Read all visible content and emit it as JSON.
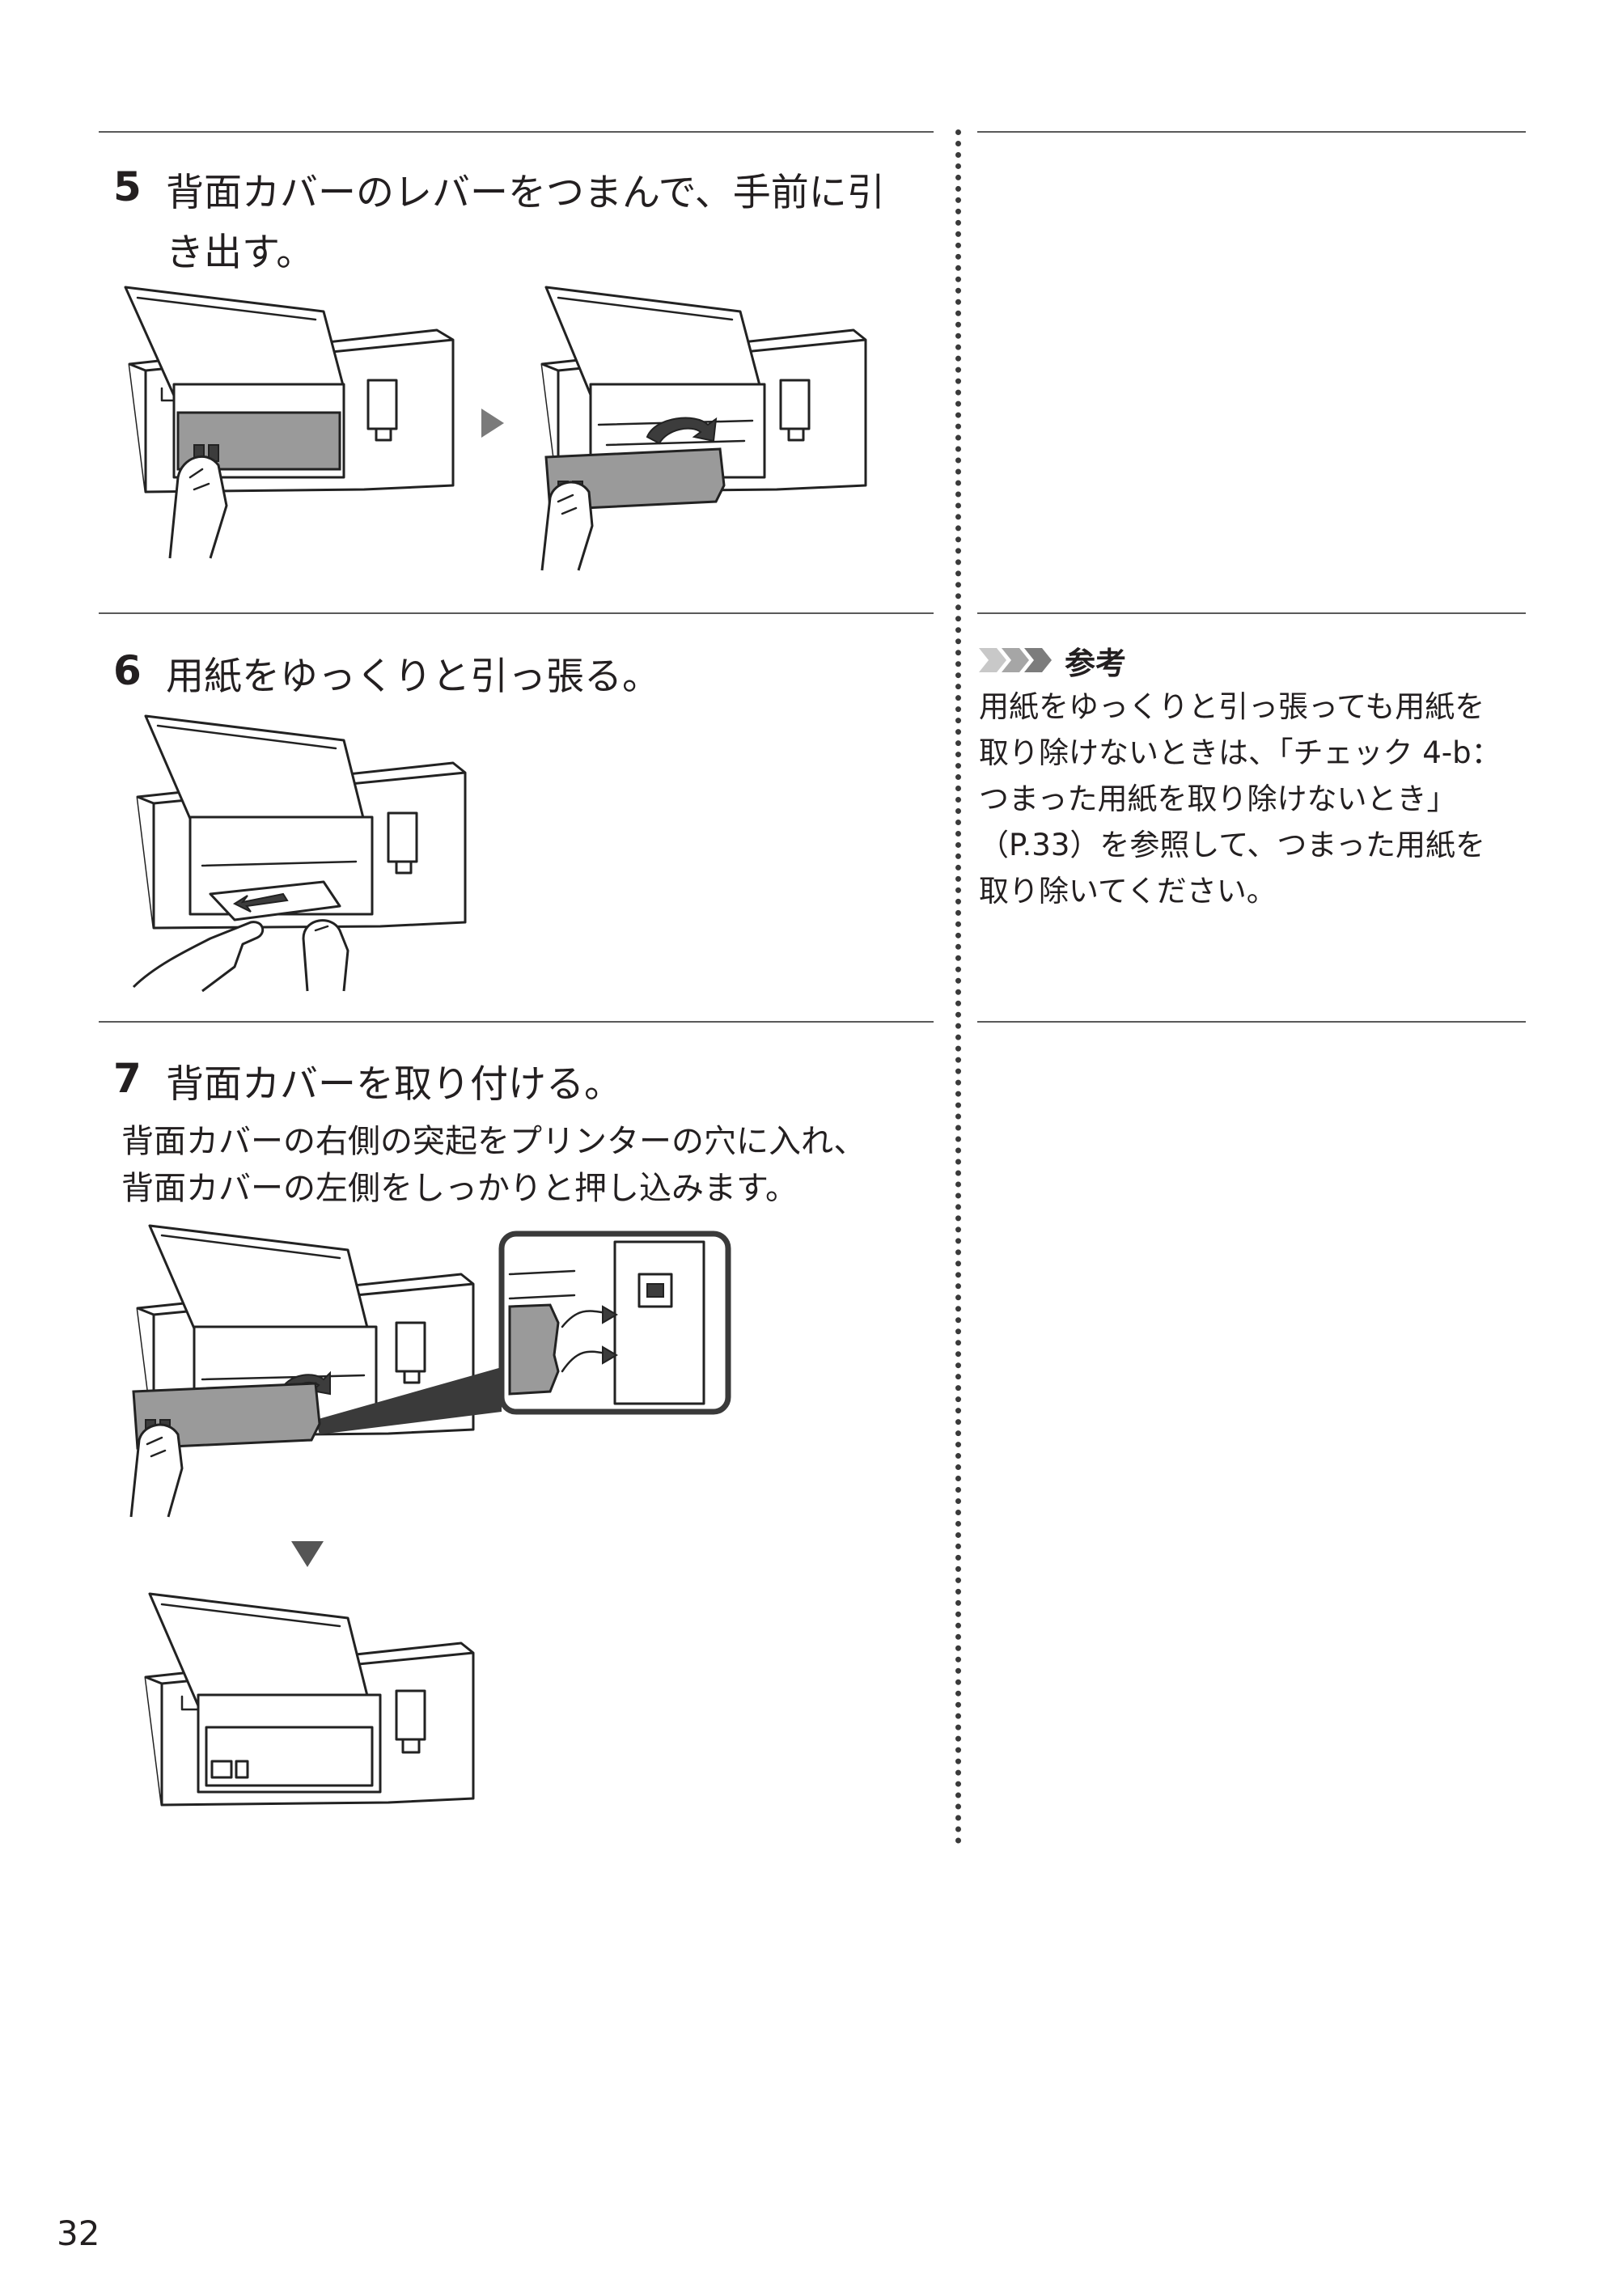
{
  "steps": [
    {
      "number": "5",
      "title_line1": "背面カバーのレバーをつまんで、手前に引",
      "title_line2": "き出す。"
    },
    {
      "number": "6",
      "title": "用紙をゆっくりと引っ張る。"
    },
    {
      "number": "7",
      "title": "背面カバーを取り付ける。",
      "body_line1": "背面カバーの右側の突起をプリンターの穴に入れ、",
      "body_line2": "背面カバーの左側をしっかりと押し込みます。"
    }
  ],
  "note": {
    "label": "参考",
    "lines": [
      "用紙をゆっくりと引っ張っても用紙を",
      "取り除けないときは、「チェック 4-b：",
      "つまった用紙を取り除けないとき」",
      "（P.33）を参照して、つまった用紙を",
      "取り除いてください。"
    ]
  },
  "page_number": "32"
}
